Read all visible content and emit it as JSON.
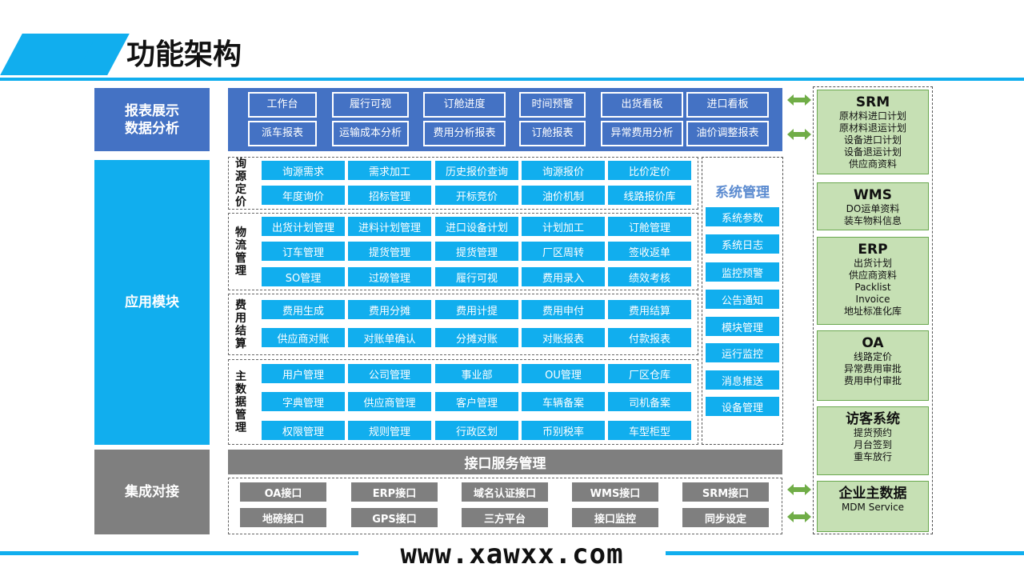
{
  "header": {
    "title": "功能架构"
  },
  "categories": {
    "report": "报表展示\n数据分析",
    "app": "应用模块",
    "integration": "集成对接"
  },
  "report_row1": [
    "工作台",
    "履行可视",
    "订舱进度",
    "时间预警",
    "出货看板",
    "进口看板"
  ],
  "report_row2": [
    "派车报表",
    "运输成本分析",
    "费用分析报表",
    "订舱报表",
    "异常费用分析",
    "油价调整报表"
  ],
  "modules": [
    {
      "label": "询源定价",
      "rows": [
        [
          "询源需求",
          "需求加工",
          "历史报价查询",
          "询源报价",
          "比价定价"
        ],
        [
          "年度询价",
          "招标管理",
          "开标竞价",
          "油价机制",
          "线路报价库"
        ]
      ]
    },
    {
      "label": "物流管理",
      "rows": [
        [
          "出货计划管理",
          "进料计划管理",
          "进口设备计划",
          "计划加工",
          "订舱管理"
        ],
        [
          "订车管理",
          "提货管理",
          "提货管理",
          "厂区周转",
          "签收返单"
        ],
        [
          "SO管理",
          "过磅管理",
          "履行可视",
          "费用录入",
          "绩效考核"
        ]
      ]
    },
    {
      "label": "费用结算",
      "rows": [
        [
          "费用生成",
          "费用分摊",
          "费用计提",
          "费用申付",
          "费用结算"
        ],
        [
          "供应商对账",
          "对账单确认",
          "分摊对账",
          "对账报表",
          "付款报表"
        ]
      ]
    },
    {
      "label": "主数据管理",
      "rows": [
        [
          "用户管理",
          "公司管理",
          "事业部",
          "OU管理",
          "厂区仓库"
        ],
        [
          "字典管理",
          "供应商管理",
          "客户管理",
          "车辆备案",
          "司机备案"
        ],
        [
          "权限管理",
          "规则管理",
          "行政区划",
          "币别税率",
          "车型柜型"
        ]
      ]
    }
  ],
  "system": {
    "title": "系统管理",
    "items": [
      "系统参数",
      "系统日志",
      "监控预警",
      "公告通知",
      "模块管理",
      "运行监控",
      "消息推送",
      "设备管理"
    ]
  },
  "interface": {
    "title": "接口服务管理",
    "row1": [
      "OA接口",
      "ERP接口",
      "域名认证接口",
      "WMS接口",
      "SRM接口"
    ],
    "row2": [
      "地磅接口",
      "GPS接口",
      "三方平台",
      "接口监控",
      "同步设定"
    ]
  },
  "external": [
    {
      "name": "SRM",
      "lines": [
        "原材料进口计划",
        "原材料退运计划",
        "设备进口计划",
        "设备退运计划",
        "供应商资料"
      ]
    },
    {
      "name": "WMS",
      "lines": [
        "DO运单资料",
        "装车物料信息"
      ]
    },
    {
      "name": "ERP",
      "lines": [
        "出货计划",
        "供应商资料",
        "Packlist",
        "Invoice",
        "地址标准化库"
      ]
    },
    {
      "name": "OA",
      "lines": [
        "线路定价",
        "异常费用审批",
        "费用申付审批"
      ]
    },
    {
      "name": "访客系统",
      "lines": [
        "提货预约",
        "月台签到",
        "重车放行"
      ]
    },
    {
      "name": "企业主数据",
      "lines": [
        "MDM Service"
      ]
    }
  ],
  "watermark": "www.xawxx.com",
  "colors": {
    "cyan": "#11aeee",
    "blue": "#4472c4",
    "gray": "#7f7f7f",
    "green": "#c6e0b4",
    "arrow": "#70ad47"
  }
}
